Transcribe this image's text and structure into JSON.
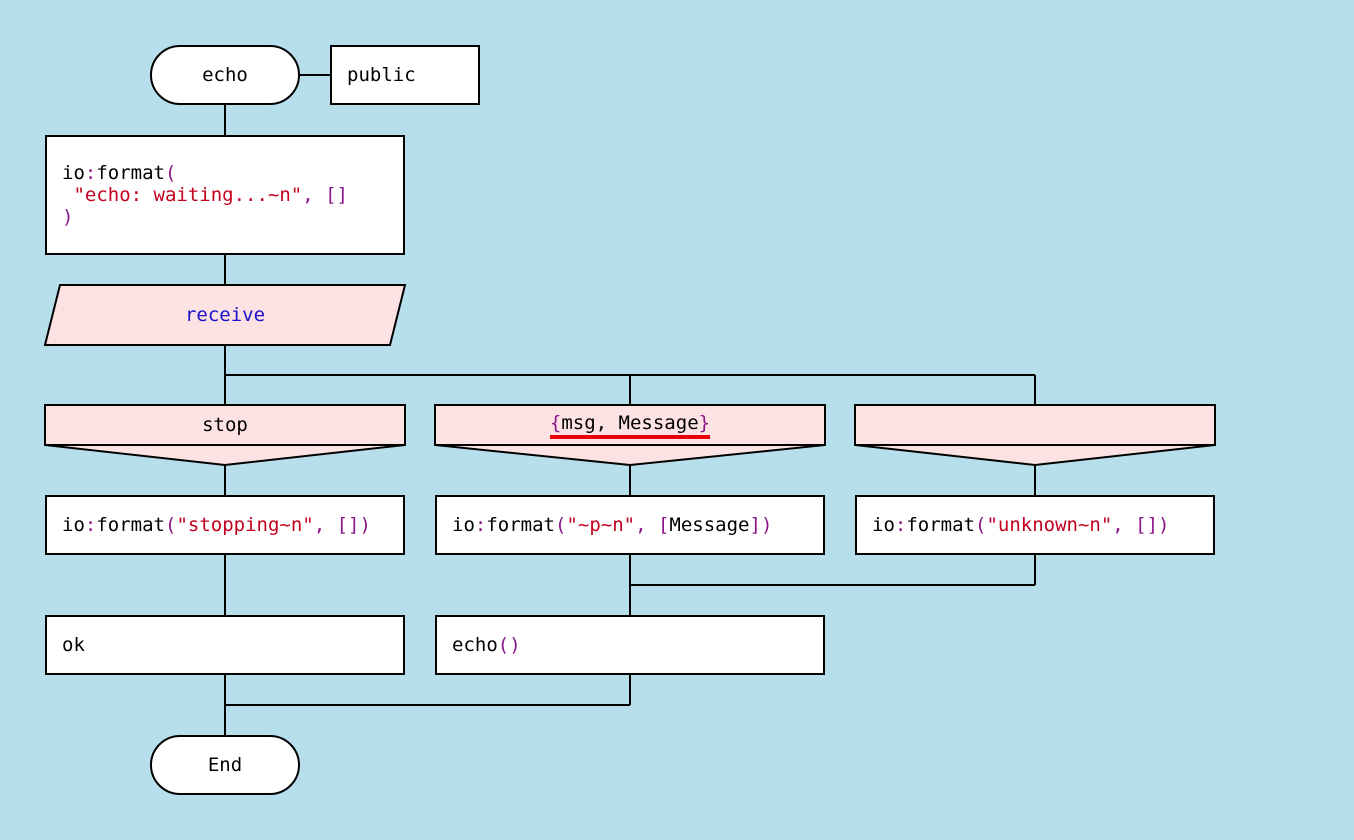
{
  "start_terminal": "echo",
  "visibility_label": "public",
  "format_call": {
    "line1_fn": "io",
    "line1_colon": ":",
    "line1_name": "format",
    "line1_paren": "(",
    "line2_string": " \"echo: waiting...~n\"",
    "line2_comma": ", ",
    "line2_list": "[]",
    "line3_paren": ")"
  },
  "receive_label": "receive",
  "branches": [
    {
      "pattern_text": "stop",
      "action": {
        "fn": "io",
        "colon": ":",
        "name": "format",
        "open": "(",
        "str": "\"stopping~n\"",
        "comma": ", ",
        "arg": "[])"
      }
    },
    {
      "pattern_open": "{",
      "pattern_text": "msg, Message",
      "pattern_close": "}",
      "action": {
        "fn": "io",
        "colon": ":",
        "name": "format",
        "open": "(",
        "str": "\"~p~n\"",
        "comma": ", ",
        "arg_open": "[",
        "arg": "Message",
        "arg_close": "])"
      }
    },
    {
      "pattern_text": "",
      "action": {
        "fn": "io",
        "colon": ":",
        "name": "format",
        "open": "(",
        "str": "\"unknown~n\"",
        "comma": ", ",
        "arg": "[])"
      }
    }
  ],
  "ok_box": "ok",
  "recurse_box": {
    "name": "echo",
    "parens": "()"
  },
  "end_terminal": "End",
  "colors": {
    "background": "#b6dfeb",
    "pink_fill": "#fde2e3",
    "string_red": "#c3001e",
    "punct_purple": "#8a168a",
    "keyword_blue": "#1a10c8",
    "error_underline": "#e8000b"
  }
}
